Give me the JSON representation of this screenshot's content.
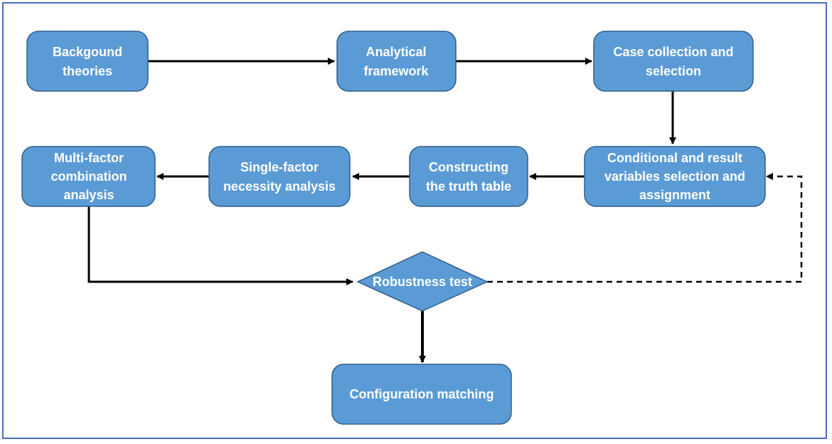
{
  "colors": {
    "box_fill": "#5b9bd5",
    "box_stroke": "#2e5e8c",
    "text": "#ffffff",
    "arrow": "#000000",
    "frame": "#4a6fc1"
  },
  "nodes": {
    "background_theories": [
      "Backgound",
      "theories"
    ],
    "analytical_framework": [
      "Analytical",
      "framework"
    ],
    "case_collection": [
      "Case collection and",
      "selection"
    ],
    "variables_selection": [
      "Conditional and result",
      "variables selection and",
      "assignment"
    ],
    "truth_table": [
      "Constructing",
      "the truth table"
    ],
    "single_factor": [
      "Single-factor",
      "necessity analysis"
    ],
    "multi_factor": [
      "Multi-factor",
      "combination",
      "analysis"
    ],
    "robustness_test": [
      "Robustness test"
    ],
    "configuration_matching": [
      "Configuration matching"
    ]
  }
}
